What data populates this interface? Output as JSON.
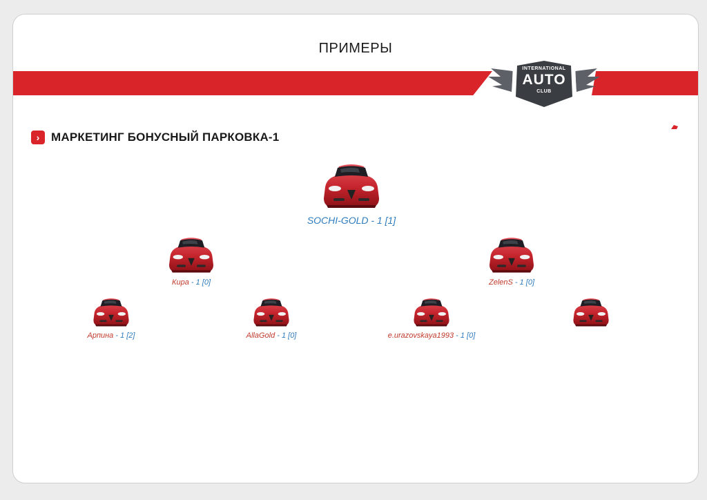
{
  "slide": {
    "title": "ПРИМЕРЫ",
    "logo": {
      "top": "INTERNATIONAL",
      "main": "AUTO",
      "bottom": "CLUB"
    }
  },
  "section": {
    "title": "МАРКЕТИНГ БОНУСНЫЙ ПАРКОВКА-1",
    "icon": "chevron-right-icon"
  },
  "tree": {
    "root": {
      "name": "SOCHI-GOLD",
      "suffix": " - 1 [1]",
      "icon": "red-car-icon"
    },
    "level1": [
      {
        "name": "Кира",
        "suffix": " - 1 [0]"
      },
      {
        "name": "ZelenS",
        "suffix": " - 1 [0]"
      }
    ],
    "level2": [
      {
        "name": "Арпина",
        "suffix": " - 1 [2]"
      },
      {
        "name": "AllaGold",
        "suffix": " - 1 [0]"
      },
      {
        "name": "e.urazovskaya1993",
        "suffix": " - 1 [0]"
      },
      {
        "name": "",
        "suffix": ""
      }
    ]
  },
  "colors": {
    "accent": "#d9242a",
    "name_text": "#c0392b",
    "count_text": "#2e7bbd",
    "logo_dark": "#3a3d42"
  }
}
